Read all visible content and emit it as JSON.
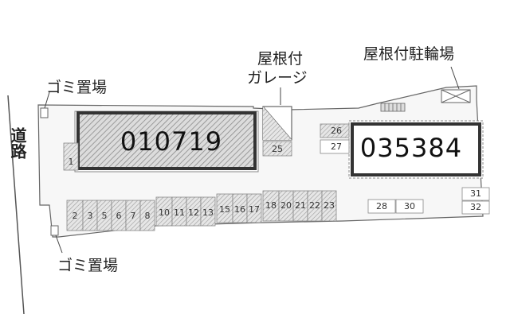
{
  "labels": {
    "road": "道路",
    "garbage_top": "ゴミ置場",
    "garbage_bottom": "ゴミ置場",
    "roofed_garage_line1": "屋根付",
    "roofed_garage_line2": "ガレージ",
    "roofed_bike_parking": "屋根付駐輪場"
  },
  "buildings": {
    "left": "010719",
    "right": "035384"
  },
  "spaces": {
    "s1": "1",
    "s2": "2",
    "s3": "3",
    "s5": "5",
    "s6": "6",
    "s7": "7",
    "s8": "8",
    "s10": "10",
    "s11": "11",
    "s12": "12",
    "s13": "13",
    "s15": "15",
    "s16": "16",
    "s17": "17",
    "s18": "18",
    "s20": "20",
    "s21": "21",
    "s22": "22",
    "s23": "23",
    "s25": "25",
    "s26": "26",
    "s27": "27",
    "s28": "28",
    "s30": "30",
    "s31": "31",
    "s32": "32"
  }
}
